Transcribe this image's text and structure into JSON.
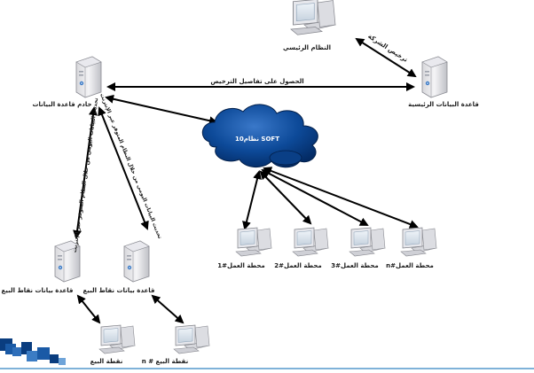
{
  "labels": {
    "main_system": "النظام الرئيسي",
    "main_database": "قاعدة البيانات الرئيسية",
    "database_server": "خادم قاعدة البيانات",
    "company_license": "ترخيص الشركة",
    "license_details": "الحصول على تفاصيل الترخيص",
    "cloud": "نظام10 SOFT",
    "sync_1": "تحديث البيانات اليومي من خلال النظام المتوفر عبر الإنترنت",
    "sync_2": "تحديث البيانات اليومي من خلال النظام المتوفر عبر الإنترنت",
    "pos_db_left": "قاعدة بيانات نقاط البيع",
    "pos_db_right": "قاعدة بيانات نقاط البيع",
    "pos_1": "نقطة البيع",
    "pos_n": "نقطة البيع # n",
    "workstation_1": "محطة العمل#1",
    "workstation_2": "محطة العمل#2",
    "workstation_3": "محطة العمل#3",
    "workstation_n": "محطة العمل#n"
  },
  "colors": {
    "cloud_dark": "#05367a",
    "cloud_light": "#2a63b8",
    "accent_blue": "#1f5fa8",
    "footer_line": "#7fb2d9",
    "line": "#000000"
  },
  "icons": {
    "server": "server-tower-icon",
    "workstation": "desktop-computer-icon",
    "cloud": "cloud-icon",
    "logo": "blue-blocks-logo"
  }
}
